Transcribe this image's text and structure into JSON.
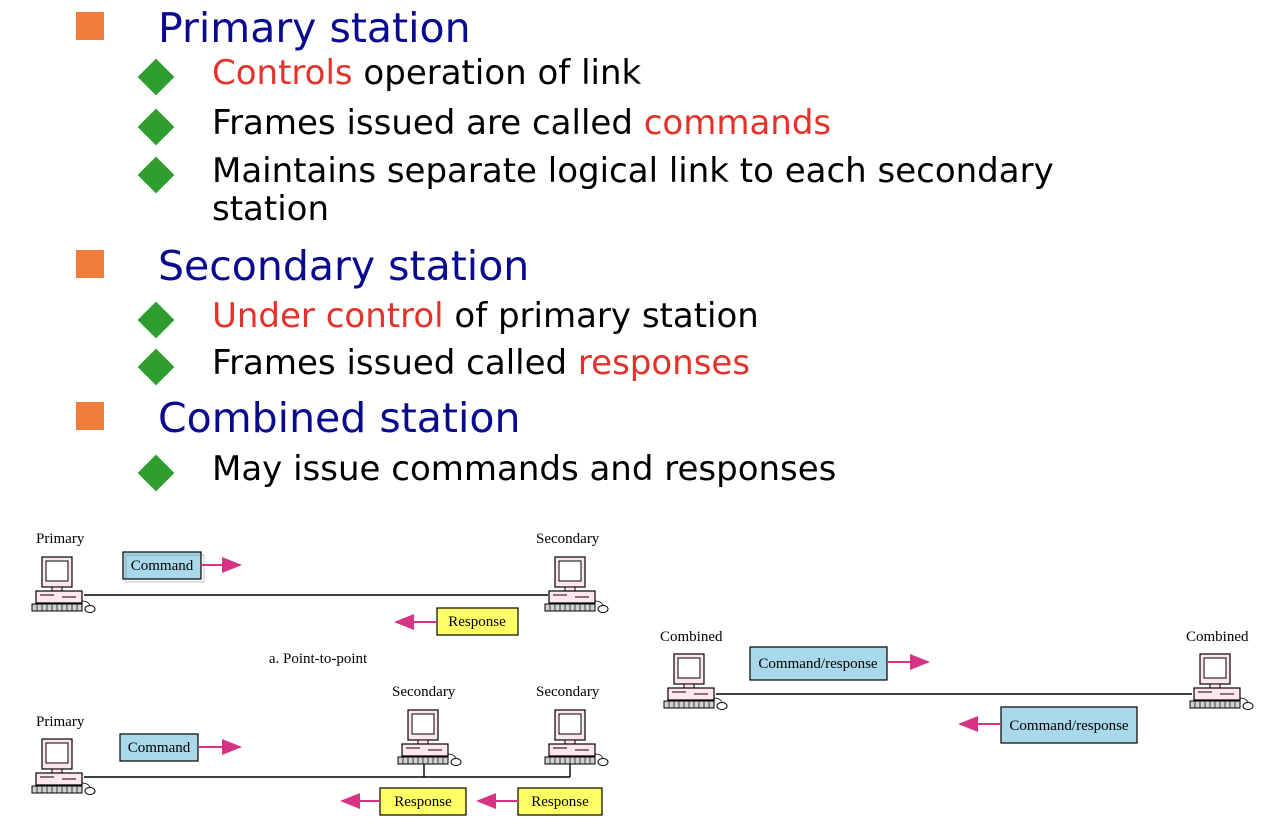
{
  "bullets": {
    "primary": {
      "title": "Primary station",
      "item1_red": "Controls",
      "item1_rest": " operation of link",
      "item2_pre": "Frames issued are called ",
      "item2_red": "commands",
      "item3_line1": "Maintains separate logical link to each secondary",
      "item3_line2": "station"
    },
    "secondary": {
      "title": "Secondary station",
      "item1_red": "Under control",
      "item1_rest": " of primary station",
      "item2_pre": "Frames issued called ",
      "item2_red": "responses"
    },
    "combined": {
      "title": "Combined station",
      "item1": "May issue commands and responses"
    }
  },
  "diagram": {
    "primary_label": "Primary",
    "secondary_label": "Secondary",
    "combined_label": "Combined",
    "command_label": "Command",
    "response_label": "Response",
    "command_response_label": "Command/response",
    "caption_point_to_point": "a. Point-to-point",
    "colors": {
      "command_box": "#a8d8ea",
      "response_box": "#ffff66",
      "arrow": "#d63384",
      "bullet_square": "#f07b3b",
      "bullet_diamond": "#2f9e2f",
      "heading": "#0a0a8f",
      "highlight": "#e3322a"
    }
  }
}
